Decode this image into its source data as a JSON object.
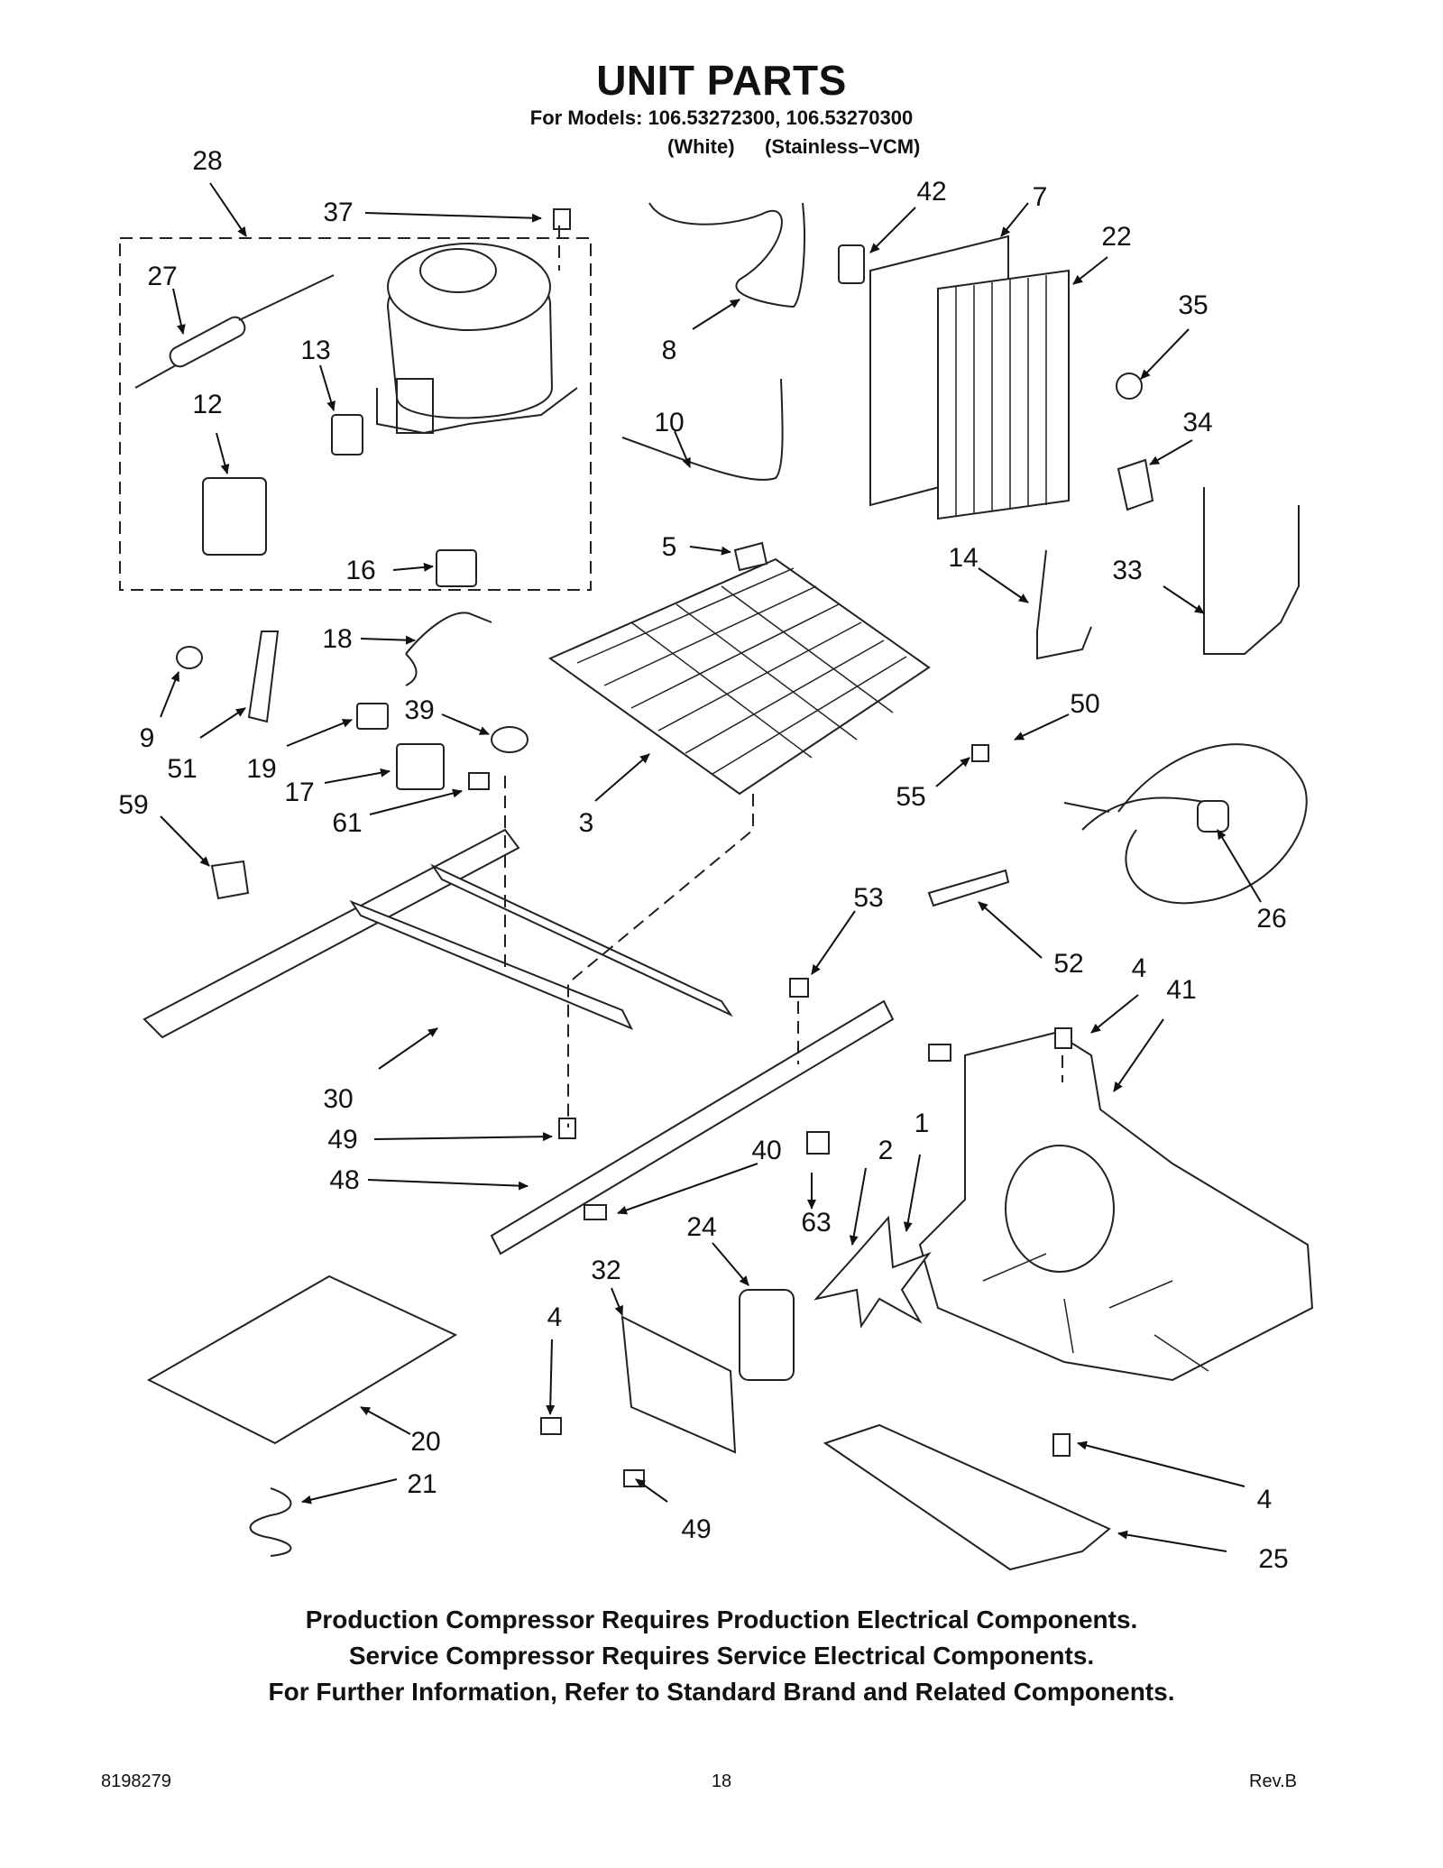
{
  "header": {
    "title": "UNIT PARTS",
    "models_line": "For Models: 106.53272300, 106.53270300",
    "variant_white": "(White)",
    "variant_stainless": "(Stainless–VCM)"
  },
  "callouts": [
    "28",
    "37",
    "27",
    "13",
    "12",
    "16",
    "8",
    "42",
    "7",
    "22",
    "35",
    "34",
    "10",
    "5",
    "14",
    "33",
    "18",
    "9",
    "51",
    "19",
    "39",
    "17",
    "61",
    "59",
    "3",
    "50",
    "55",
    "26",
    "52",
    "53",
    "4",
    "41",
    "30",
    "49",
    "48",
    "40",
    "2",
    "1",
    "63",
    "24",
    "32",
    "4",
    "20",
    "21",
    "49",
    "4",
    "25"
  ],
  "notes": {
    "line1": "Production Compressor Requires Production Electrical Components.",
    "line2": "Service Compressor Requires Service Electrical Components.",
    "line3": "For Further Information, Refer to Standard Brand and Related Components."
  },
  "footer": {
    "doc_number": "8198279",
    "page_number": "18",
    "revision": "Rev.B"
  }
}
